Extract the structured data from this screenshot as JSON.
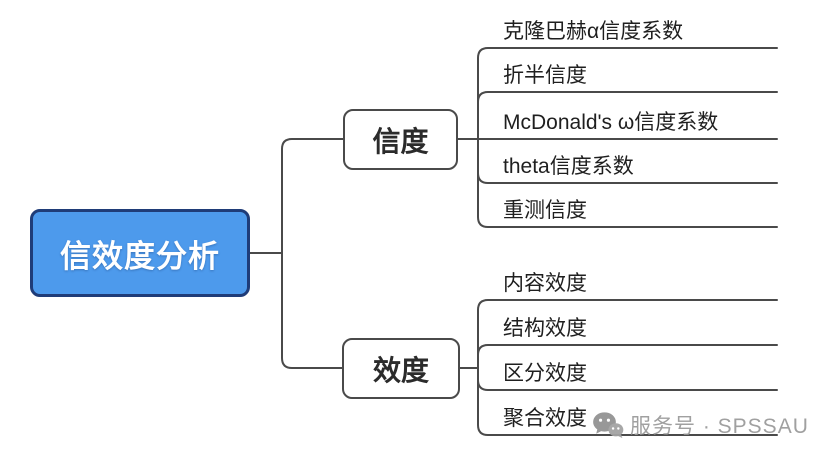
{
  "diagram": {
    "root": {
      "label": "信效度分析"
    },
    "branches": [
      {
        "label": "信度",
        "leaves": [
          "克隆巴赫α信度系数",
          "折半信度",
          "McDonald's ω信度系数",
          "theta信度系数",
          "重测信度"
        ]
      },
      {
        "label": "效度",
        "leaves": [
          "内容效度",
          "结构效度",
          "区分效度",
          "聚合效度"
        ]
      }
    ]
  },
  "watermark": {
    "icon": "wechat-icon",
    "text": "服务号 · SPSSAU"
  },
  "colors": {
    "background": "#FFFFFF",
    "root_fill": "#4D9AEC",
    "root_border": "#1F3C78",
    "root_text": "#FFFFFF",
    "node_border": "#4A4A4A",
    "connector": "#4A4A4A",
    "leaf_text": "#1F1F1F",
    "watermark_gray": "#9B9B9B"
  }
}
